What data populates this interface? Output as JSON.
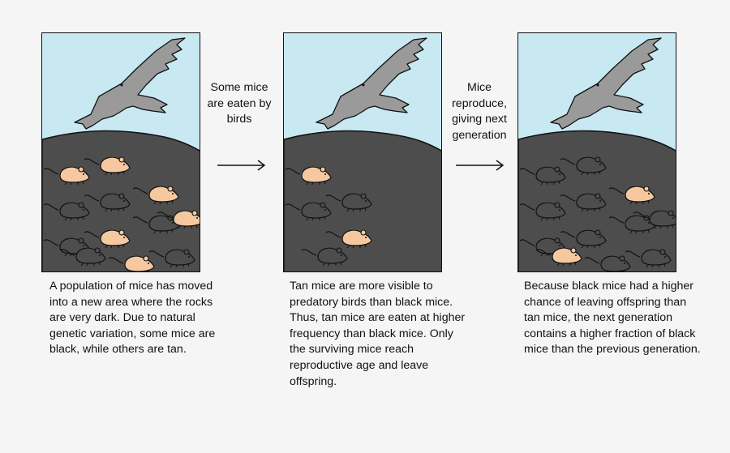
{
  "steps": [
    {
      "label": "Some mice are eaten by birds"
    },
    {
      "label": "Mice reproduce, giving next generation"
    }
  ],
  "panels": [
    {
      "caption": "A population of mice has moved into a new area where the rocks are very dark. Due to natural genetic variation, some mice are black, while others are tan.",
      "mice": [
        "tan",
        "tan",
        "black",
        "black",
        "tan",
        "black",
        "tan",
        "black",
        "black",
        "tan",
        "black",
        "tan"
      ]
    },
    {
      "caption": "Tan mice are more visible to predatory birds than black mice. Thus, tan mice are eaten at higher frequency than black mice. Only the surviving mice reach reproductive age and leave offspring.",
      "mice": [
        "tan",
        "black",
        "black",
        "tan",
        "black"
      ]
    },
    {
      "caption": "Because black mice had a higher chance of leaving offspring than tan mice, the next generation contains a higher fraction of black mice than the previous generation.",
      "mice": [
        "black",
        "black",
        "black",
        "black",
        "tan",
        "black",
        "black",
        "black",
        "tan",
        "black",
        "black",
        "black"
      ]
    }
  ],
  "colors": {
    "sky": "#c8e8f2",
    "ground": "#4d4d4d",
    "bird": "#9a9a9a",
    "tan_mouse": "#f6c8a0",
    "black_mouse": "#4d4d4d",
    "outline": "#111111"
  }
}
